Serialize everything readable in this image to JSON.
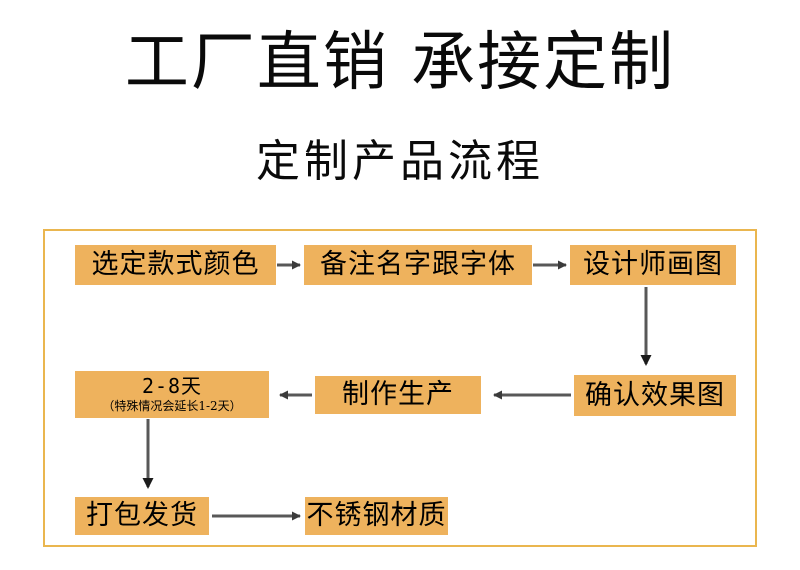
{
  "headings": {
    "main_title": "工厂直销 承接定制",
    "sub_title": "定制产品流程"
  },
  "colors": {
    "node_fill": "#eeb25d",
    "frame_border": "#eab64f",
    "arrow": "#585858",
    "text": "#000000",
    "background": "#ffffff"
  },
  "flowchart": {
    "type": "process-flow",
    "nodes": [
      {
        "id": "select",
        "label": "选定款式颜色",
        "row": 1,
        "col": 1
      },
      {
        "id": "remark",
        "label": "备注名字跟字体",
        "row": 1,
        "col": 2
      },
      {
        "id": "designer",
        "label": "设计师画图",
        "row": 1,
        "col": 3
      },
      {
        "id": "confirm",
        "label": "确认效果图",
        "row": 2,
        "col": 3
      },
      {
        "id": "produce",
        "label": "制作生产",
        "row": 2,
        "col": 2
      },
      {
        "id": "days",
        "label_primary": "2-8天",
        "label_secondary": "（特殊情况会延长1-2天）",
        "row": 2,
        "col": 1
      },
      {
        "id": "pack",
        "label": "打包发货",
        "row": 3,
        "col": 1
      },
      {
        "id": "material",
        "label": "不锈钢材质",
        "row": 3,
        "col": 2
      }
    ],
    "edges": [
      {
        "from": "select",
        "to": "remark",
        "direction": "right"
      },
      {
        "from": "remark",
        "to": "designer",
        "direction": "right"
      },
      {
        "from": "designer",
        "to": "confirm",
        "direction": "down"
      },
      {
        "from": "confirm",
        "to": "produce",
        "direction": "left"
      },
      {
        "from": "produce",
        "to": "days",
        "direction": "left"
      },
      {
        "from": "days",
        "to": "pack",
        "direction": "down"
      },
      {
        "from": "pack",
        "to": "material",
        "direction": "right"
      }
    ]
  }
}
